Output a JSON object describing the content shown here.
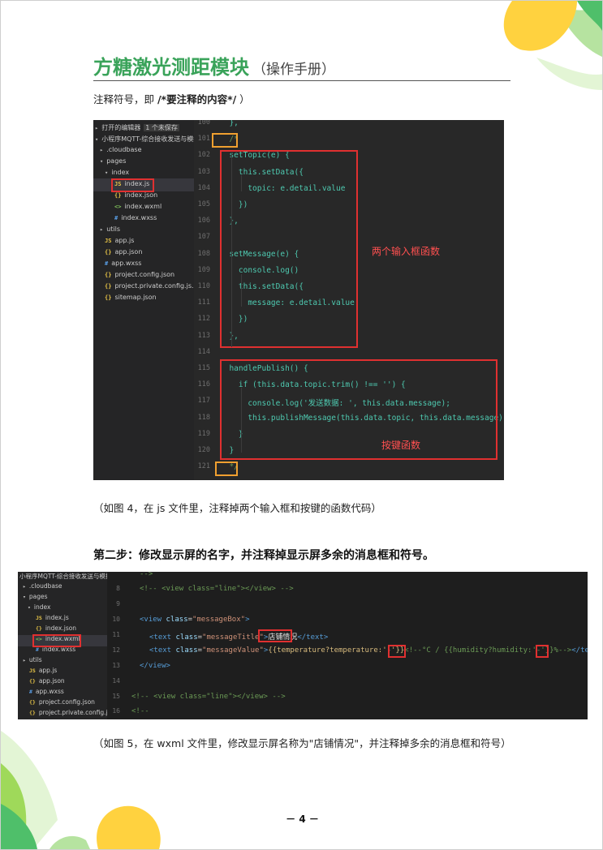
{
  "title": {
    "main": "方糖激光测距模块",
    "sub": "（操作手册）"
  },
  "intro": {
    "prefix": "注释符号，即 ",
    "bold": "/*要注释的内容*/",
    "suffix": " ）"
  },
  "figure4": {
    "tree": [
      {
        "label": "打开的编辑器",
        "badge": "1 个未保存",
        "icon": "▸"
      },
      {
        "label": "小程序MQTT-综合接收发送与模拟...",
        "icon": "▾"
      },
      {
        "label": ".cloudbase",
        "icon": "▸"
      },
      {
        "label": "pages",
        "icon": "▾"
      },
      {
        "label": "index",
        "icon": "▾"
      },
      {
        "label": "index.js",
        "icon": "JS"
      },
      {
        "label": "index.json",
        "icon": "{}"
      },
      {
        "label": "index.wxml",
        "icon": "<>"
      },
      {
        "label": "index.wxss",
        "icon": "#"
      },
      {
        "label": "utils",
        "icon": "▸"
      },
      {
        "label": "app.js",
        "icon": "JS"
      },
      {
        "label": "app.json",
        "icon": "{}"
      },
      {
        "label": "app.wxss",
        "icon": "#"
      },
      {
        "label": "project.config.json",
        "icon": "{}"
      },
      {
        "label": "project.private.config.js...",
        "icon": "{}"
      },
      {
        "label": "sitemap.json",
        "icon": "{}"
      }
    ],
    "line_numbers": [
      "100",
      "101",
      "102",
      "103",
      "104",
      "105",
      "106",
      "107",
      "108",
      "109",
      "110",
      "111",
      "112",
      "113",
      "114",
      "115",
      "116",
      "117",
      "118",
      "119",
      "120",
      "121"
    ],
    "code": [
      "  },",
      "  /*",
      "  setTopic(e) {",
      "    this.setData({",
      "      topic: e.detail.value",
      "    })",
      "  },",
      "",
      "  setMessage(e) {",
      "    console.log()",
      "    this.setData({",
      "      message: e.detail.value",
      "    })",
      "  },",
      "",
      "  handlePublish() {",
      "    if (this.data.topic.trim() !== '') {",
      "      console.log('发送数据: ', this.data.message);",
      "      this.publishMessage(this.data.topic, this.data.message)",
      "    }",
      "  }",
      "  */"
    ],
    "annotation_inputs": "两个输入框函数",
    "annotation_button": "按键函数"
  },
  "caption4": "（如图 4，在 js 文件里，注释掉两个输入框和按键的函数代码）",
  "step2": "第二步：修改显示屏的名字，并注释掉显示屏多余的消息框和符号。",
  "figure5": {
    "tree": [
      {
        "label": "小程序MQTT-综合接收发送与模拟...",
        "icon": ""
      },
      {
        "label": ".cloudbase",
        "icon": "▸"
      },
      {
        "label": "pages",
        "icon": "▾"
      },
      {
        "label": "index",
        "icon": "▾"
      },
      {
        "label": "index.js",
        "icon": "JS"
      },
      {
        "label": "index.json",
        "icon": "{}"
      },
      {
        "label": "index.wxml",
        "icon": "<>"
      },
      {
        "label": "index.wxss",
        "icon": "#"
      },
      {
        "label": "utils",
        "icon": "▸"
      },
      {
        "label": "app.js",
        "icon": "JS"
      },
      {
        "label": "app.json",
        "icon": "{}"
      },
      {
        "label": "app.wxss",
        "icon": "#"
      },
      {
        "label": "project.config.json",
        "icon": "{}"
      },
      {
        "label": "project.private.config.js...",
        "icon": "{}"
      }
    ],
    "line_numbers": [
      "8",
      "9",
      "10",
      "11",
      "12",
      "13",
      "14",
      "15",
      "16"
    ],
    "code_top": "-->",
    "line8": "<!-- <view class=\"line\"></view> -->",
    "line10_pre": "<view ",
    "line10_attr": "class",
    "line10_val": "\"messageBox\"",
    "line10_post": ">",
    "line11_pre": "<text ",
    "line11_attr": "class",
    "line11_val": "\"messageTitle\"",
    "line11_gt": ">",
    "line11_text": "店铺情况",
    "line11_close": "</text>",
    "line12_pre": "<text ",
    "line12_attr": "class",
    "line12_val": "\"messageValue\"",
    "line12_gt": ">",
    "line12_mus": "{{temperature?temperature:'-'}}",
    "line12_cmt1": "<!--",
    "line12_mid": "°C / ",
    "line12_mus2": "{{humidity?humidity:'-'}}",
    "line12_pct": "%",
    "line12_cmt2": "-->",
    "line12_close": "</text>",
    "line13": "</view>",
    "line15": "<!-- <view class=\"line\"></view> -->",
    "line16": "<!--"
  },
  "caption5": "（如图 5，在 wxml 文件里，修改显示屏名称为\"店铺情况\"，并注释掉多余的消息框和符号）",
  "page_number": "－ 4 －",
  "colors": {
    "brand_green": "#3aa35a",
    "deco_yellow": "#ffd23f",
    "deco_green": "#9fd95a",
    "annotation_red": "#e03030",
    "annotation_orange": "#f0a030"
  }
}
